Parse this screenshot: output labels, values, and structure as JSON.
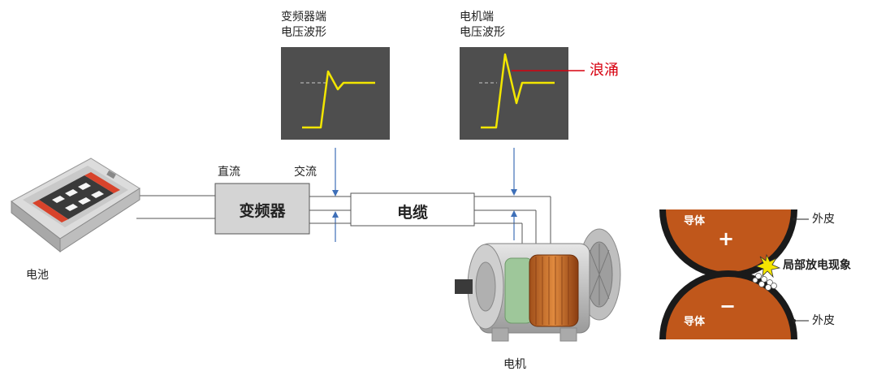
{
  "labels": {
    "inverter_waveform_line1": "变频器端",
    "inverter_waveform_line2": "电压波形",
    "motor_waveform_line1": "电机端",
    "motor_waveform_line2": "电压波形",
    "surge": "浪涌",
    "dc": "直流",
    "ac": "交流",
    "inverter": "变频器",
    "cable": "电缆",
    "battery": "电池",
    "motor": "电机",
    "conductor_top": "导体",
    "conductor_bottom": "导体",
    "plus": "+",
    "minus": "−",
    "sheath_top": "外皮",
    "sheath_bottom": "外皮",
    "partial_discharge": "局部放电现象"
  },
  "colors": {
    "waveform_bg": "#4e4e4e",
    "waveform_line": "#f2e600",
    "surge_red": "#d7000f",
    "arrow_blue": "#3e6fb8",
    "block_gray": "#d4d4d4",
    "conductor_orange": "#c0571b",
    "spark_yellow": "#f5e600"
  }
}
